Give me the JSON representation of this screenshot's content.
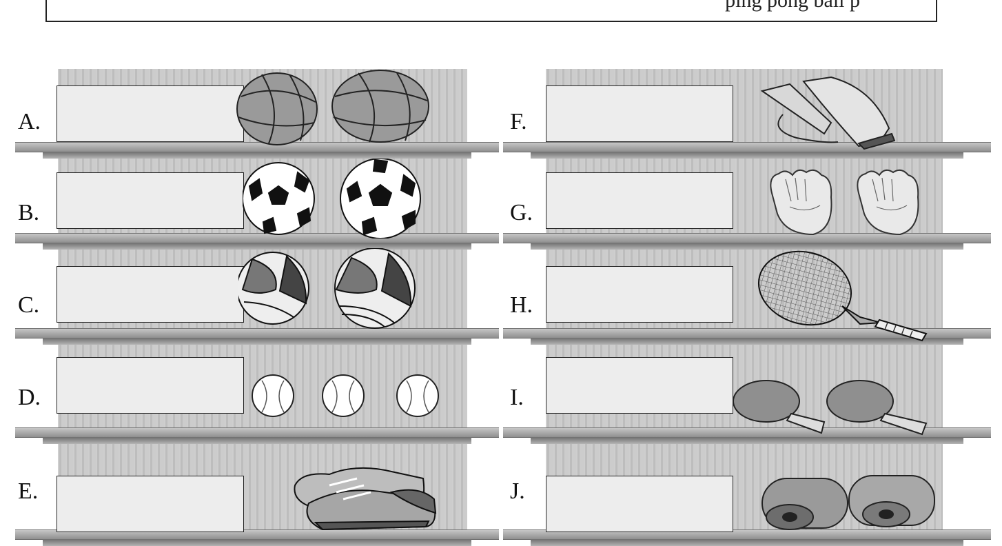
{
  "instructions_partial": "ping pong ball        p",
  "rows": [
    {
      "label": "A.",
      "item": "basketball-pair"
    },
    {
      "label": "B.",
      "item": "soccer-ball-pair"
    },
    {
      "label": "C.",
      "item": "volleyball-pair"
    },
    {
      "label": "D.",
      "item": "baseball-trio"
    },
    {
      "label": "E.",
      "item": "sneakers"
    },
    {
      "label": "F.",
      "item": "jump-rope"
    },
    {
      "label": "G.",
      "item": "baseball-glove-pair"
    },
    {
      "label": "H.",
      "item": "tennis-racket"
    },
    {
      "label": "I.",
      "item": "ping-pong-paddle-pair"
    },
    {
      "label": "J.",
      "item": "yoga-mat-rolls"
    }
  ]
}
